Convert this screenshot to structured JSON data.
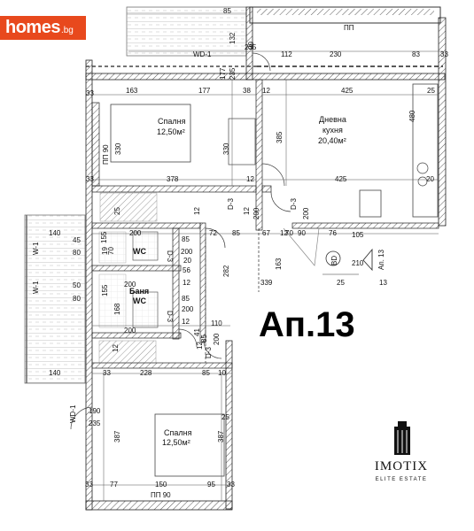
{
  "site_logo": {
    "name": "homes",
    "suffix": ".bg"
  },
  "apartment_label": "Ап.13",
  "brand": {
    "name": "IMOTIX",
    "tagline": "ELITE ESTATE"
  },
  "rooms": {
    "bedroom_top": {
      "name": "Спалня",
      "area": "12,50м²"
    },
    "living": {
      "name": "Дневна",
      "name2": "кухня",
      "area": "20,40м²"
    },
    "wc": "WC",
    "bath": {
      "name": "Баня",
      "name2": "WC"
    },
    "bedroom_bottom": {
      "name": "Спалня",
      "area": "12,50м²"
    }
  },
  "tags": {
    "pp_top": "ПП",
    "pp_side": "ПП 90",
    "pp_bottom": "ПП 90",
    "wd_top": "WD-1",
    "wd_bottom": "WD-1",
    "w_side1": "W-1",
    "w_side2": "W-1",
    "d1": "D-3",
    "d2": "D-3",
    "d3": "D-3",
    "d4": "D-3",
    "d5": "D-3",
    "bd": "BD",
    "apt13": "Ап. 13"
  },
  "dims": {
    "d85": "85",
    "d132": "132",
    "d235a": "235",
    "d112": "112",
    "d230": "230",
    "d83": "83",
    "d33a": "33",
    "d90v": "90",
    "d177": "177",
    "d235b": "235",
    "d33b": "33",
    "d163a": "163",
    "d177b": "177",
    "d38": "38",
    "d12a": "12",
    "d425a": "425",
    "d25a": "25",
    "d330a": "330",
    "d330b": "330",
    "d385": "385",
    "d480": "480",
    "d33c": "33",
    "d378": "378",
    "d12b": "12",
    "d425b": "425",
    "d20": "20",
    "d25b": "25",
    "d12c": "12",
    "d12d": "12",
    "d200a": "200",
    "d200b": "200",
    "d140a": "140",
    "d45": "45",
    "d80a": "80",
    "d155": "155",
    "d70": "70",
    "d19": "19",
    "d200c": "200",
    "d85b": "85",
    "d72": "72",
    "d85c": "85",
    "d67": "67",
    "d12e": "12",
    "d70b": "70",
    "d90b": "90",
    "d76": "76",
    "d105": "105",
    "d210": "210",
    "d200d": "200",
    "d20b": "20",
    "d282": "282",
    "d163b": "163",
    "d56": "56",
    "d12f": "12",
    "d339": "339",
    "d25c": "25",
    "d13": "13",
    "d50": "50",
    "d80b": "80",
    "d155b": "155",
    "d200e": "200",
    "d85d": "85",
    "d168": "168",
    "d200f": "200",
    "d200g": "200",
    "d12g": "12",
    "d110": "110",
    "d12h": "12",
    "d41": "41",
    "d85e": "85",
    "d200h": "200",
    "d12i": "12",
    "d140b": "140",
    "d33d": "33",
    "d228": "228",
    "d85f": "85",
    "d10": "10",
    "d190": "190",
    "d235c": "235",
    "d387a": "387",
    "d387b": "387",
    "d25d": "25",
    "d33e": "33",
    "d77": "77",
    "d150": "150",
    "d95": "95",
    "d33f": "33"
  }
}
